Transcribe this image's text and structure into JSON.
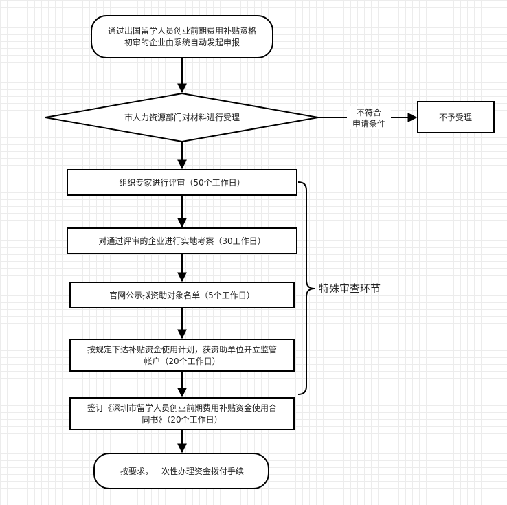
{
  "nodes": {
    "start": {
      "line1": "通过出国留学人员创业前期费用补贴资格",
      "line2": "初审的企业由系统自动发起申报"
    },
    "review_decision": {
      "label": "市人力资源部门对材料进行受理"
    },
    "reject": {
      "label": "不予受理"
    },
    "expert_review": {
      "label": "组织专家进行评审（50个工作日）"
    },
    "site_inspection": {
      "label": "对通过评审的企业进行实地考察（30工作日）"
    },
    "publicity": {
      "label": "官网公示拟资助对象名单（5个工作日）"
    },
    "plan": {
      "line1": "按规定下达补贴资金使用计划，获资助单位开立监管",
      "line2": "帐户（20个工作日）"
    },
    "contract": {
      "line1": "签订《深圳市留学人员创业前期费用补贴资金使用合",
      "line2": "同书》（20个工作日）"
    },
    "payment": {
      "label": "按要求，一次性办理资金拨付手续"
    }
  },
  "edges": {
    "reject_condition": {
      "line1": "不符合",
      "line2": "申请条件"
    }
  },
  "bracket": {
    "label": "特殊审查环节"
  }
}
